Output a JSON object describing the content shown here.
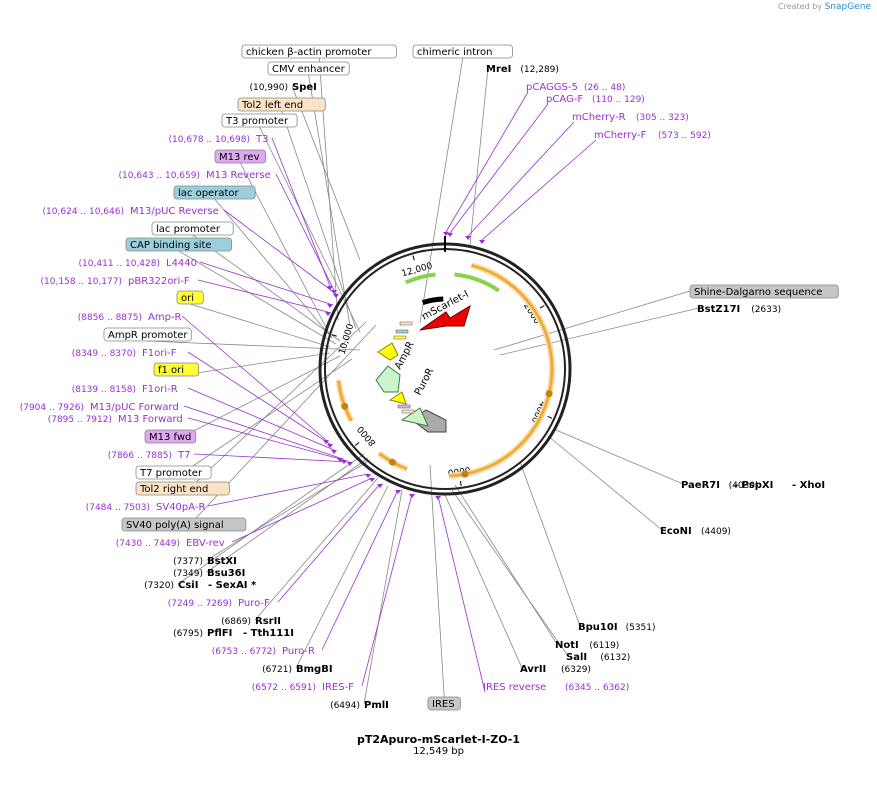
{
  "brand": {
    "created_by": "Created by",
    "name": "SnapGene"
  },
  "plasmid": {
    "name": "pT2Apuro-mScarlet-I-ZO-1",
    "size": "12,549 bp",
    "length": 12549
  },
  "ticks": [
    "2000",
    "4000",
    "6000",
    "8000",
    "10,000",
    "12,000"
  ],
  "features_inner": [
    "mScarlet-I",
    "AmpR",
    "PuroR"
  ],
  "boxed_labels": [
    {
      "text": "chicken β-actin promoter",
      "fill": "#ffffff"
    },
    {
      "text": "chimeric intron",
      "fill": "#ffffff"
    },
    {
      "text": "CMV enhancer",
      "fill": "#ffffff"
    },
    {
      "text": "Tol2 left end",
      "fill": "#fbe3c6"
    },
    {
      "text": "T3 promoter",
      "fill": "#ffffff"
    },
    {
      "text": "M13 rev",
      "fill": "#e0a8f0"
    },
    {
      "text": "lac operator",
      "fill": "#9ccfdc"
    },
    {
      "text": "lac promoter",
      "fill": "#ffffff"
    },
    {
      "text": "CAP binding site",
      "fill": "#9ccfdc"
    },
    {
      "text": "ori",
      "fill": "#ffff33"
    },
    {
      "text": "AmpR promoter",
      "fill": "#ffffff"
    },
    {
      "text": "f1 ori",
      "fill": "#ffff33"
    },
    {
      "text": "M13 fwd",
      "fill": "#e0a8f0"
    },
    {
      "text": "T7 promoter",
      "fill": "#ffffff"
    },
    {
      "text": "Tol2 right end",
      "fill": "#fbe3c6"
    },
    {
      "text": "SV40 poly(A) signal",
      "fill": "#c6c6c6"
    },
    {
      "text": "Shine-Dalgarno sequence",
      "fill": "#c6c6c6"
    },
    {
      "text": "IRES",
      "fill": "#c6c6c6"
    }
  ],
  "sites": [
    {
      "name": "MreI",
      "pos": "(12,289)"
    },
    {
      "name": "SpeI",
      "pos": "(10,990)"
    },
    {
      "name": "BstZ17I",
      "pos": "(2633)"
    },
    {
      "name": "PaeR7I",
      "pos": "(4030)"
    },
    {
      "name": "- PspXI",
      "pos": ""
    },
    {
      "name": "- XhoI",
      "pos": ""
    },
    {
      "name": "EcoNI",
      "pos": "(4409)"
    },
    {
      "name": "Bpu10I",
      "pos": "(5351)"
    },
    {
      "name": "NotI",
      "pos": "(6119)"
    },
    {
      "name": "SalI",
      "pos": "(6132)"
    },
    {
      "name": "AvrII",
      "pos": "(6329)"
    },
    {
      "name": "PmlI",
      "pos": "(6494)"
    },
    {
      "name": "BmgBI",
      "pos": "(6721)"
    },
    {
      "name": "RsrII",
      "pos": "(6869)"
    },
    {
      "name": "PflFI",
      "pos": "(6795)"
    },
    {
      "name": "- Tth111I",
      "pos": ""
    },
    {
      "name": "BstXI",
      "pos": "(7377)"
    },
    {
      "name": "Bsu36I",
      "pos": "(7349)"
    },
    {
      "name": "CsiI",
      "pos": "(7320)"
    },
    {
      "name": "- SexAI *",
      "pos": ""
    }
  ],
  "primers": [
    {
      "name": "pCAGGS-5",
      "pos": "(26 .. 48)"
    },
    {
      "name": "pCAG-F",
      "pos": "(110 .. 129)"
    },
    {
      "name": "mCherry-R",
      "pos": "(305 .. 323)"
    },
    {
      "name": "mCherry-F",
      "pos": "(573 .. 592)"
    },
    {
      "name": "T3",
      "pos": "(10,678 .. 10,698)"
    },
    {
      "name": "M13 Reverse",
      "pos": "(10,643 .. 10,659)"
    },
    {
      "name": "M13/pUC Reverse",
      "pos": "(10,624 .. 10,646)"
    },
    {
      "name": "L4440",
      "pos": "(10,411 .. 10,428)"
    },
    {
      "name": "pBR322ori-F",
      "pos": "(10,158 .. 10,177)"
    },
    {
      "name": "Amp-R",
      "pos": "(8856 .. 8875)"
    },
    {
      "name": "F1ori-F",
      "pos": "(8349 .. 8370)"
    },
    {
      "name": "F1ori-R",
      "pos": "(8139 .. 8158)"
    },
    {
      "name": "M13/pUC Forward",
      "pos": "(7904 .. 7926)"
    },
    {
      "name": "M13 Forward",
      "pos": "(7895 .. 7912)"
    },
    {
      "name": "T7",
      "pos": "(7866 .. 7885)"
    },
    {
      "name": "SV40pA-R",
      "pos": "(7484 .. 7503)"
    },
    {
      "name": "EBV-rev",
      "pos": "(7430 .. 7449)"
    },
    {
      "name": "Puro-F",
      "pos": "(7249 .. 7269)"
    },
    {
      "name": "Puro-R",
      "pos": "(6753 .. 6772)"
    },
    {
      "name": "IRES-F",
      "pos": "(6572 .. 6591)"
    },
    {
      "name": "IRES reverse",
      "pos": "(6345 .. 6362)"
    }
  ],
  "colors": {
    "primer": "#9b2fd1",
    "orf": "#f0a830",
    "green_feature": "#88d24a",
    "backbone": "#222222"
  }
}
